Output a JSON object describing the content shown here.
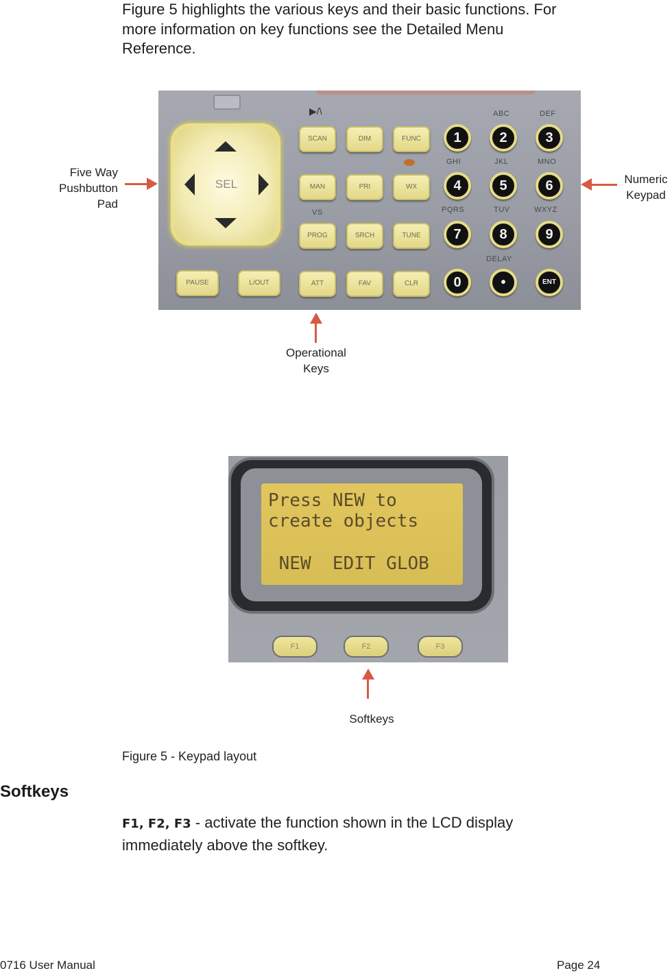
{
  "intro": {
    "line1": "Figure 5 highlights the various keys and their basic functions. For",
    "line2": "more information on key functions see the Detailed Menu",
    "line3": "Reference."
  },
  "callouts": {
    "five_way": [
      "Five Way",
      "Pushbutton",
      "Pad"
    ],
    "numeric": [
      "Numeric",
      "Keypad"
    ],
    "operational": [
      "Operational",
      "Keys"
    ],
    "softkeys": "Softkeys"
  },
  "keypad": {
    "sel_label": "SEL",
    "op_keys": [
      "SCAN",
      "DIM",
      "FUNC",
      "MAN",
      "PRI",
      "WX",
      "PROG",
      "SRCH",
      "TUNE",
      "PAUSE",
      "L/OUT",
      "ATT",
      "FAV",
      "CLR"
    ],
    "num_keys": [
      "1",
      "2",
      "3",
      "4",
      "5",
      "6",
      "7",
      "8",
      "9",
      "0",
      "•",
      "ENT"
    ],
    "letter_labels": [
      "ABC",
      "DEF",
      "GHI",
      "JKL",
      "MNO",
      "PQRS",
      "TUV",
      "WXYZ",
      "DELAY",
      "VS"
    ]
  },
  "lcd": {
    "line1": "Press NEW to",
    "line2": "create objects",
    "line3": " NEW  EDIT GLOB",
    "softkeys": [
      "F1",
      "F2",
      "F3"
    ]
  },
  "caption": "Figure 5 - Keypad layout",
  "section": {
    "heading": "Softkeys",
    "keys": "F1, F2, F3",
    "text_line1": " - activate the function shown in the LCD display",
    "text_line2": "immediately above the softkey."
  },
  "footer": {
    "left": "0716 User Manual",
    "right": "Page 24"
  }
}
